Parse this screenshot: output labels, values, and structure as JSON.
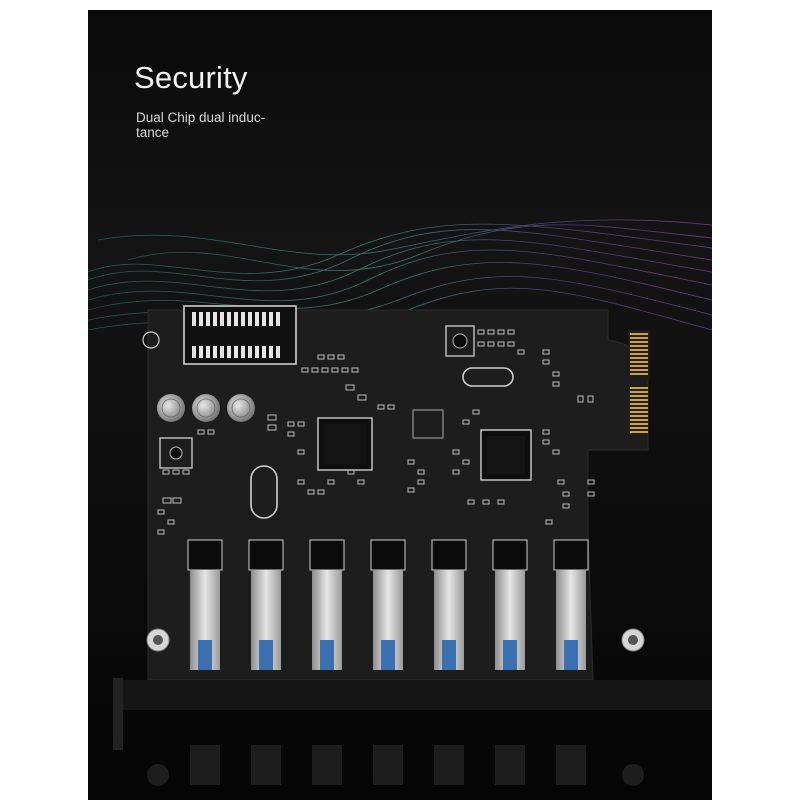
{
  "hero": {
    "title": "Security",
    "subtitle_line1": "Dual Chip dual induc-",
    "subtitle_line2": "tance"
  },
  "colors": {
    "background": "#0b0b0b",
    "board": "#1e1e1e",
    "silkscreen": "#e0e0e0",
    "usb_metal": "#c8c8c8",
    "usb_tongue": "#3a6fb0",
    "gold_contacts": "#d4a52a",
    "wave_teal": "#3fa9a3",
    "wave_purple": "#8a4fc0"
  },
  "board": {
    "usb_port_count": 7,
    "chip_count": 2,
    "inductor_count": 3
  }
}
